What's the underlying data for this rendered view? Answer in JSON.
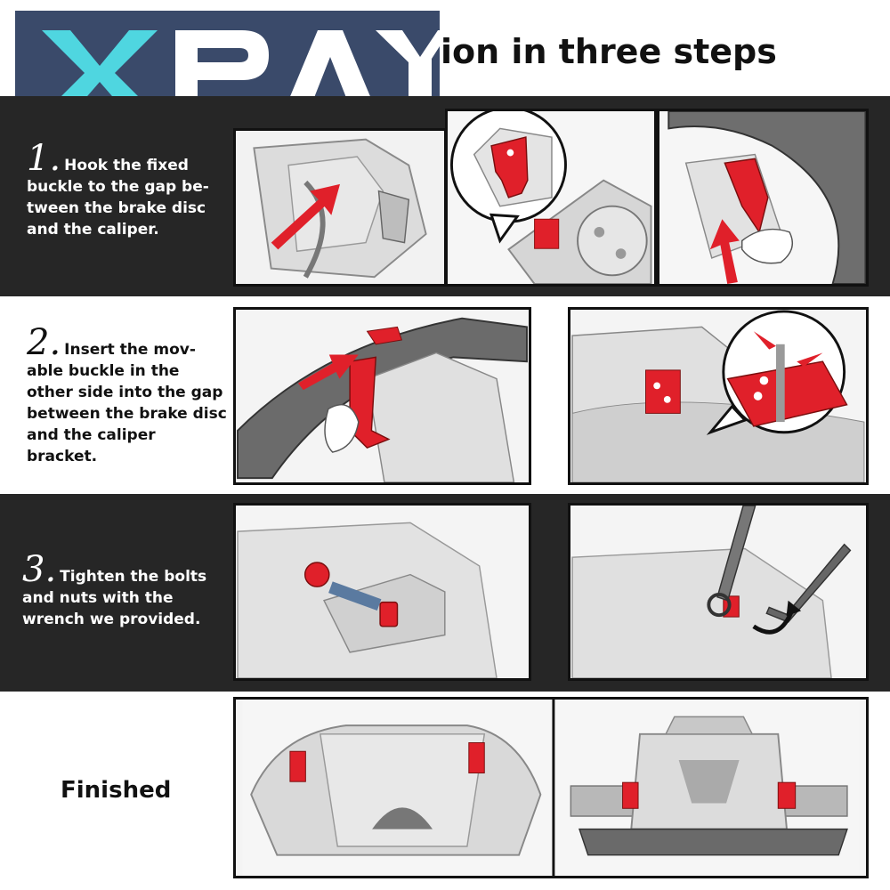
{
  "header": {
    "title_visible": "ion in three steps",
    "logo_text": "XPAY"
  },
  "steps": [
    {
      "number": "1.",
      "text": "Hook the fixed buckle to the gap be-tween the brake disc and the caliper."
    },
    {
      "number": "2.",
      "text": "Insert the mov-able buckle in the other side into the gap between the brake disc and the caliper bracket."
    },
    {
      "number": "3.",
      "text": "Tighten the bolts and nuts with the wrench we provided."
    }
  ],
  "finished_label": "Finished",
  "colors": {
    "band": "#262626",
    "accent_red": "#e0202a",
    "logo_bg": "#3a4a6a",
    "logo_cyan": "#4fd6e0"
  },
  "icons": [
    "arrow-icon",
    "hand-icon",
    "wrench-icon",
    "hex-key-icon",
    "bolt-icon",
    "nut-icon"
  ]
}
